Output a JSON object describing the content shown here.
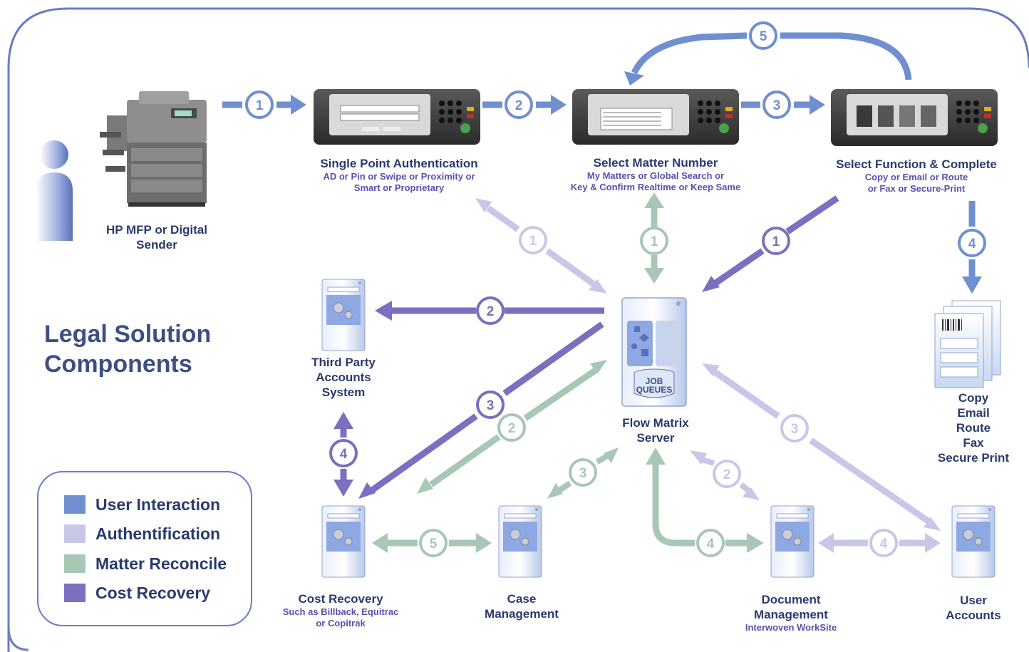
{
  "title": {
    "line1": "Legal Solution",
    "line2": "Components"
  },
  "nodes": {
    "mfp": {
      "line1": "HP MFP or Digital",
      "line2": "Sender"
    },
    "auth": {
      "title": "Single Point Authentication",
      "sub1": "AD or Pin or Swipe or Proximity or",
      "sub2": "Smart or Proprietary"
    },
    "matter": {
      "title": "Select Matter Number",
      "sub1": "My Matters or Global Search or",
      "sub2": "Key & Confirm Realtime or Keep Same"
    },
    "function": {
      "title": "Select Function & Complete",
      "sub1": "Copy or Email or Route",
      "sub2": "or Fax or Secure-Print"
    },
    "third_party": {
      "line1": "Third Party",
      "line2": "Accounts",
      "line3": "System"
    },
    "flow_matrix": {
      "line1": "Flow Matrix",
      "line2": "Server",
      "queue_label1": "JOB",
      "queue_label2": "QUEUES"
    },
    "outputs": [
      "Copy",
      "Email",
      "Route",
      "Fax",
      "Secure Print"
    ],
    "cost_recovery": {
      "title": "Cost Recovery",
      "sub1": "Such as Billback, Equitrac",
      "sub2": "or Copitrak"
    },
    "case_mgmt": {
      "line1": "Case",
      "line2": "Management"
    },
    "doc_mgmt": {
      "line1": "Document",
      "line2": "Management",
      "sub": "Interwoven WorkSite"
    },
    "user_accounts": {
      "line1": "User",
      "line2": "Accounts"
    }
  },
  "legend": [
    {
      "label": "User Interaction",
      "color": "#6f8fd0"
    },
    {
      "label": "Authentification",
      "color": "#c9c7e8"
    },
    {
      "label": "Matter Reconcile",
      "color": "#a8c7b4"
    },
    {
      "label": "Cost Recovery",
      "color": "#7b6fbf"
    }
  ],
  "step_numbers": {
    "one": "1",
    "two": "2",
    "three": "3",
    "four": "4",
    "five": "5"
  },
  "colors": {
    "user_interaction": "#6f8fd0",
    "authentification": "#c9c7e8",
    "matter_reconcile": "#a8c7b4",
    "cost_recovery": "#7b6fbf",
    "frame": "#6b7cc6",
    "text": "#2a3a6e"
  }
}
